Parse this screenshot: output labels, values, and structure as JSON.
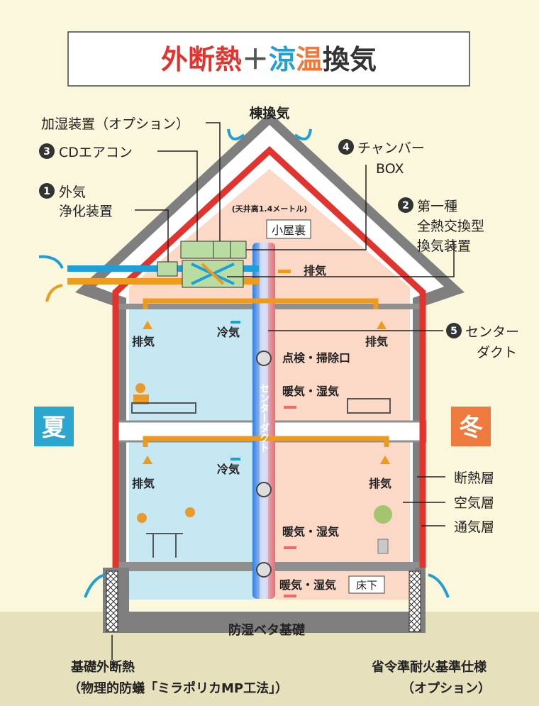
{
  "title": {
    "part1": "外断熱",
    "plus": "＋",
    "part2a": "涼",
    "part2b": "温",
    "part3": "換気"
  },
  "labels": {
    "roof_vent": "棟換気",
    "humidifier": "加湿装置（オプション）",
    "cd_aircon": "CDエアコン",
    "air_purifier_line1": "外気",
    "air_purifier_line2": "浄化装置",
    "chamber_line1": "チャンバー",
    "chamber_line2": "BOX",
    "ventilator_line1": "第一種",
    "ventilator_line2": "全熱交換型",
    "ventilator_line3": "換気装置",
    "ceiling_height": "(天井高1.4メートル)",
    "attic": "小屋裏",
    "exhaust": "排気",
    "cool_air": "冷気",
    "center_duct_line1": "センター",
    "center_duct_line2": "ダクト",
    "inspection_port": "点検・掃除口",
    "warm_humid": "暖気・湿気",
    "center_duct_vertical": "センターダクト",
    "summer": "夏",
    "winter": "冬",
    "insulation_layer": "断熱層",
    "air_layer": "空気層",
    "vent_layer": "通気層",
    "underfloor": "床下",
    "foundation": "防湿ベタ基礎",
    "foundation_insulation_line1": "基礎外断熱",
    "foundation_insulation_line2": "（物理的防蟻「ミラポリカMP工法」）",
    "fireproof_line1": "省令準耐火基準仕様",
    "fireproof_line2": "（オプション）"
  },
  "badges": {
    "n1": "1",
    "n2": "2",
    "n3": "3",
    "n4": "4",
    "n5": "5"
  },
  "colors": {
    "red": "#e2342f",
    "blue": "#1d9fd8",
    "orange": "#ee9a1c",
    "summer_room": "#c6e8f2",
    "winter_room": "#fcd9c7",
    "summer_badge": "#2aa6cf",
    "winter_badge": "#ee7a3e",
    "green": "#b9dca3"
  }
}
